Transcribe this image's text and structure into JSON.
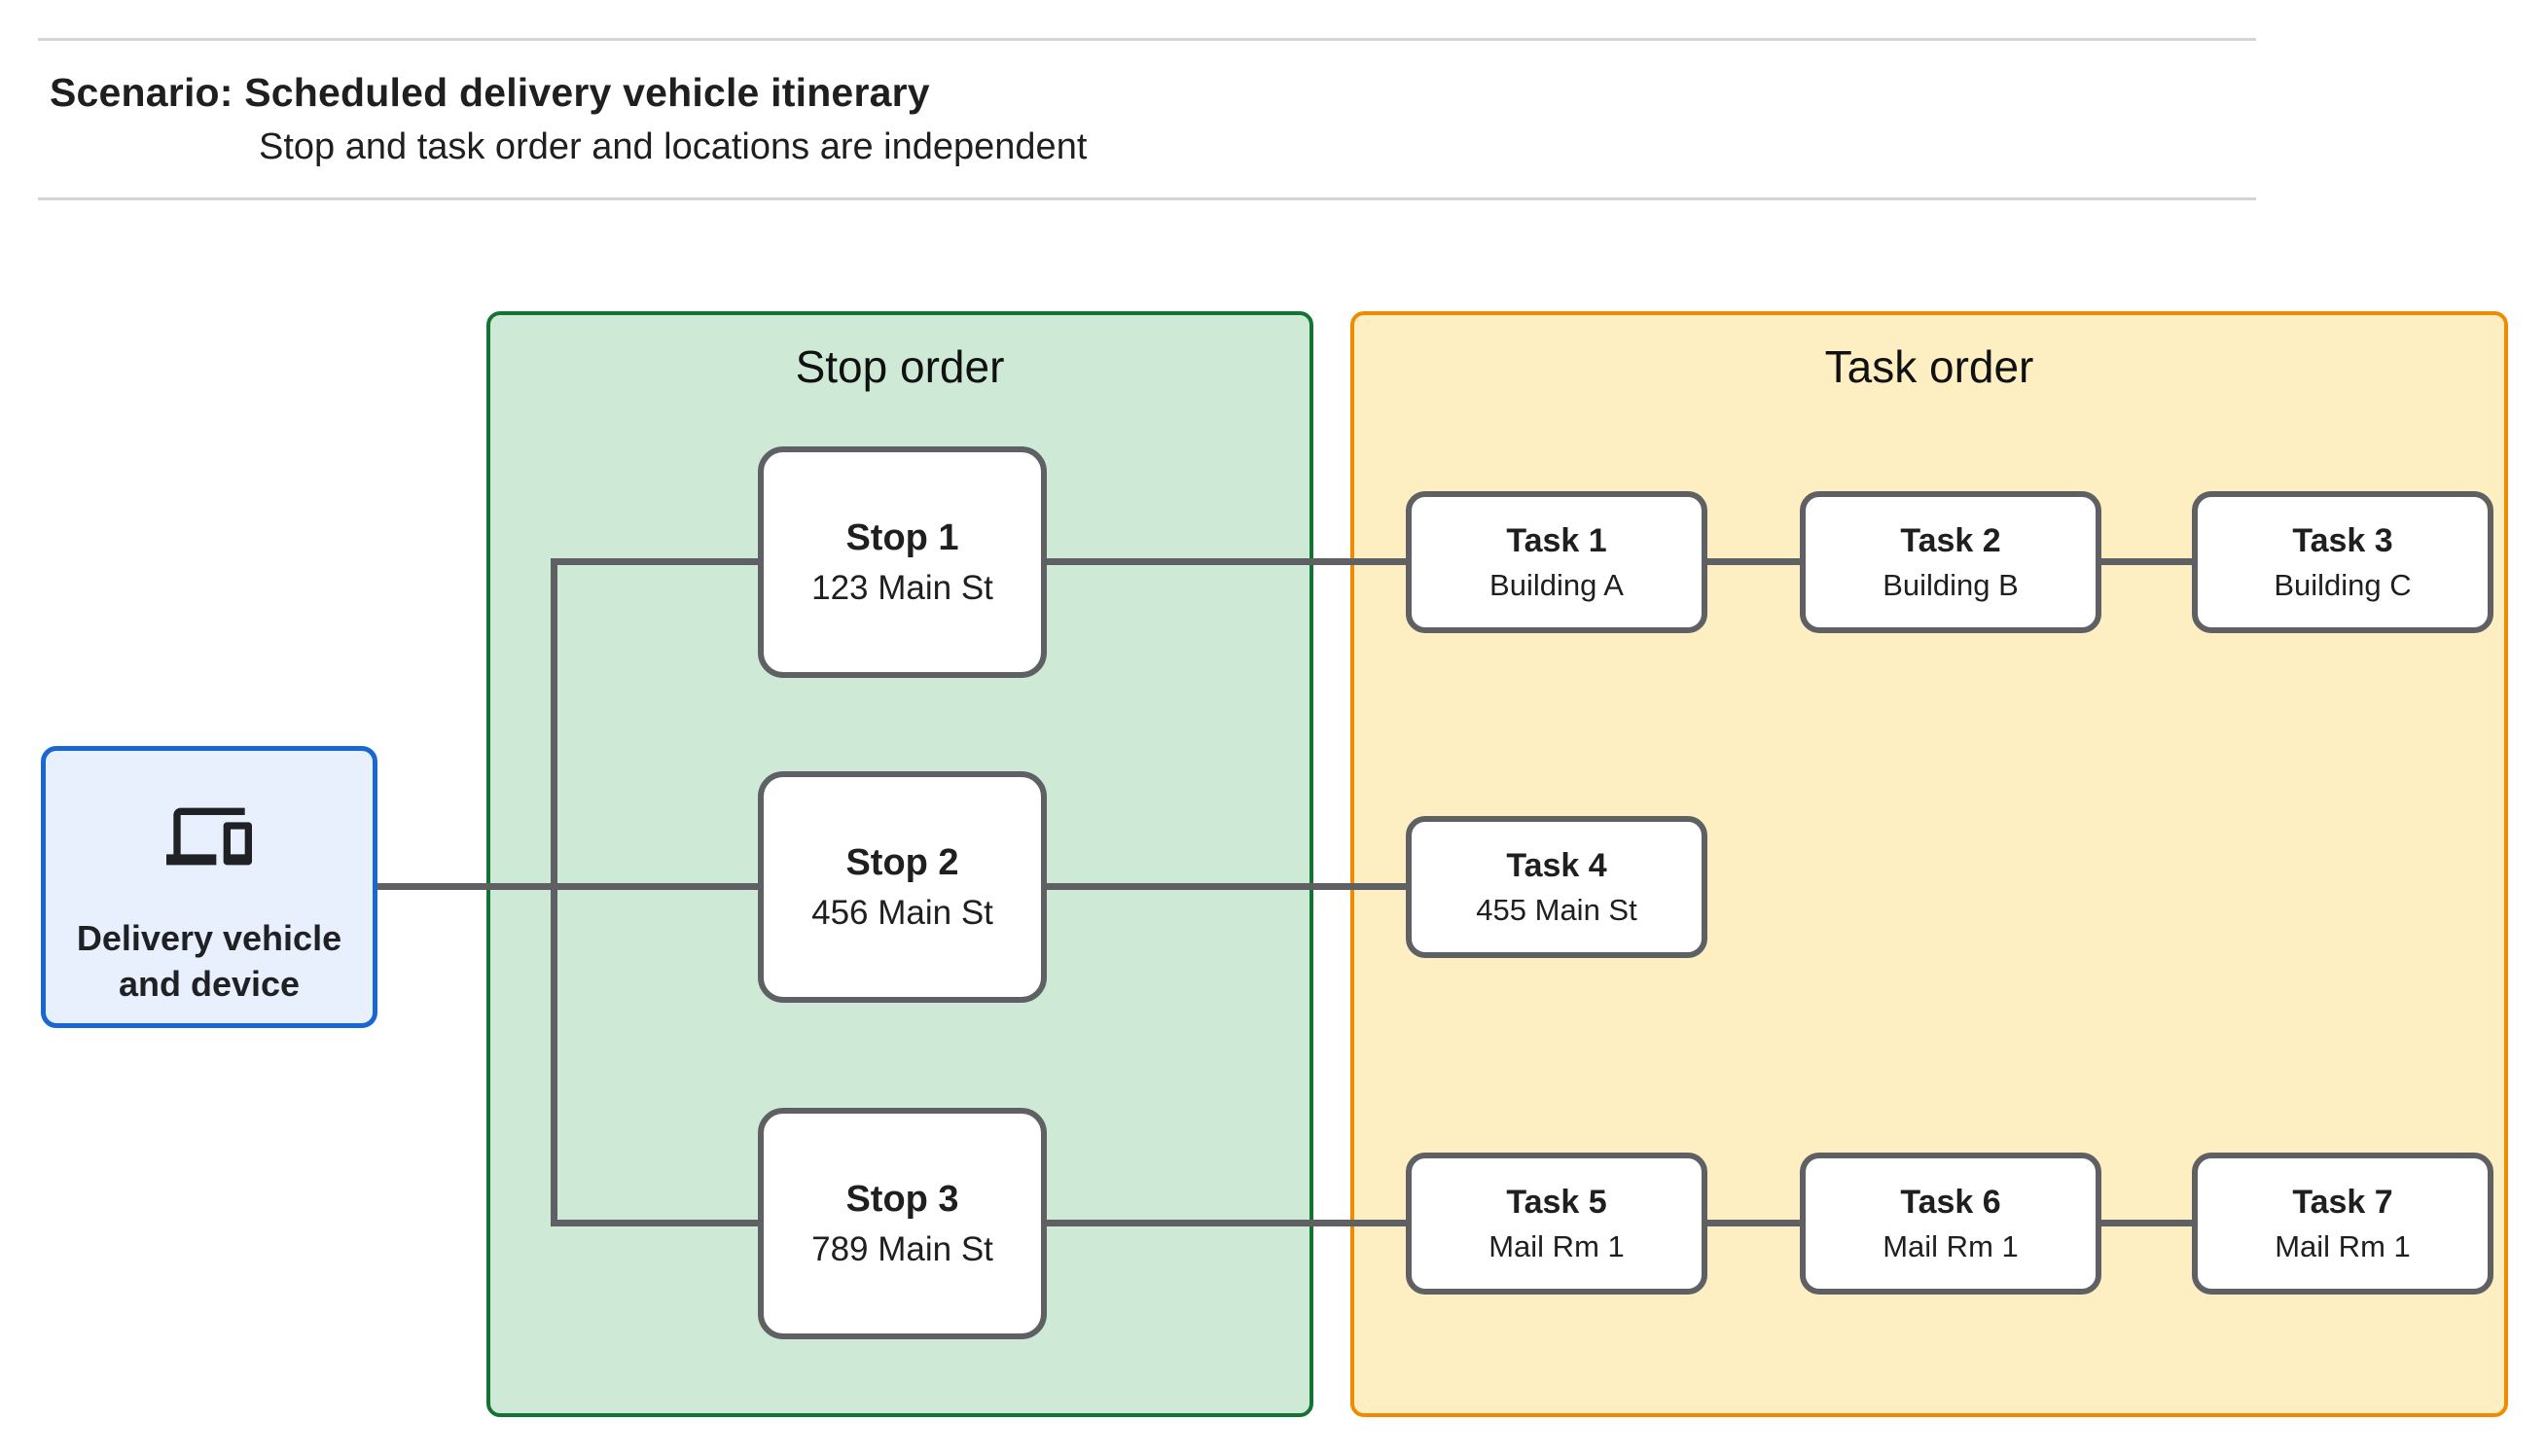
{
  "header": {
    "title": "Scenario: Scheduled delivery vehicle itinerary",
    "subtitle": "Stop and task order and locations are independent"
  },
  "panels": {
    "stop_order": {
      "title": "Stop order"
    },
    "task_order": {
      "title": "Task order"
    }
  },
  "source": {
    "icon": "devices-icon",
    "label_line1": "Delivery vehicle",
    "label_line2": "and device"
  },
  "stops": [
    {
      "title": "Stop 1",
      "location": "123 Main St"
    },
    {
      "title": "Stop 2",
      "location": "456 Main St"
    },
    {
      "title": "Stop 3",
      "location": "789 Main St"
    }
  ],
  "tasks": [
    {
      "title": "Task 1",
      "location": "Building A"
    },
    {
      "title": "Task 2",
      "location": "Building B"
    },
    {
      "title": "Task 3",
      "location": "Building C"
    },
    {
      "title": "Task 4",
      "location": "455 Main St"
    },
    {
      "title": "Task 5",
      "location": "Mail Rm 1"
    },
    {
      "title": "Task 6",
      "location": "Mail Rm 1"
    },
    {
      "title": "Task 7",
      "location": "Mail Rm 1"
    }
  ],
  "colors": {
    "source_fill": "#E8F0FE",
    "source_border": "#1967D2",
    "stop_panel_fill": "#CEEAD6",
    "stop_panel_border": "#137333",
    "task_panel_fill": "#FEEFC3",
    "task_panel_border": "#F08B00",
    "node_fill": "#FFFFFF",
    "node_border": "#5F6063",
    "connector": "#5F6063",
    "divider": "#D4D4D4",
    "text": "#1F1F1F"
  }
}
